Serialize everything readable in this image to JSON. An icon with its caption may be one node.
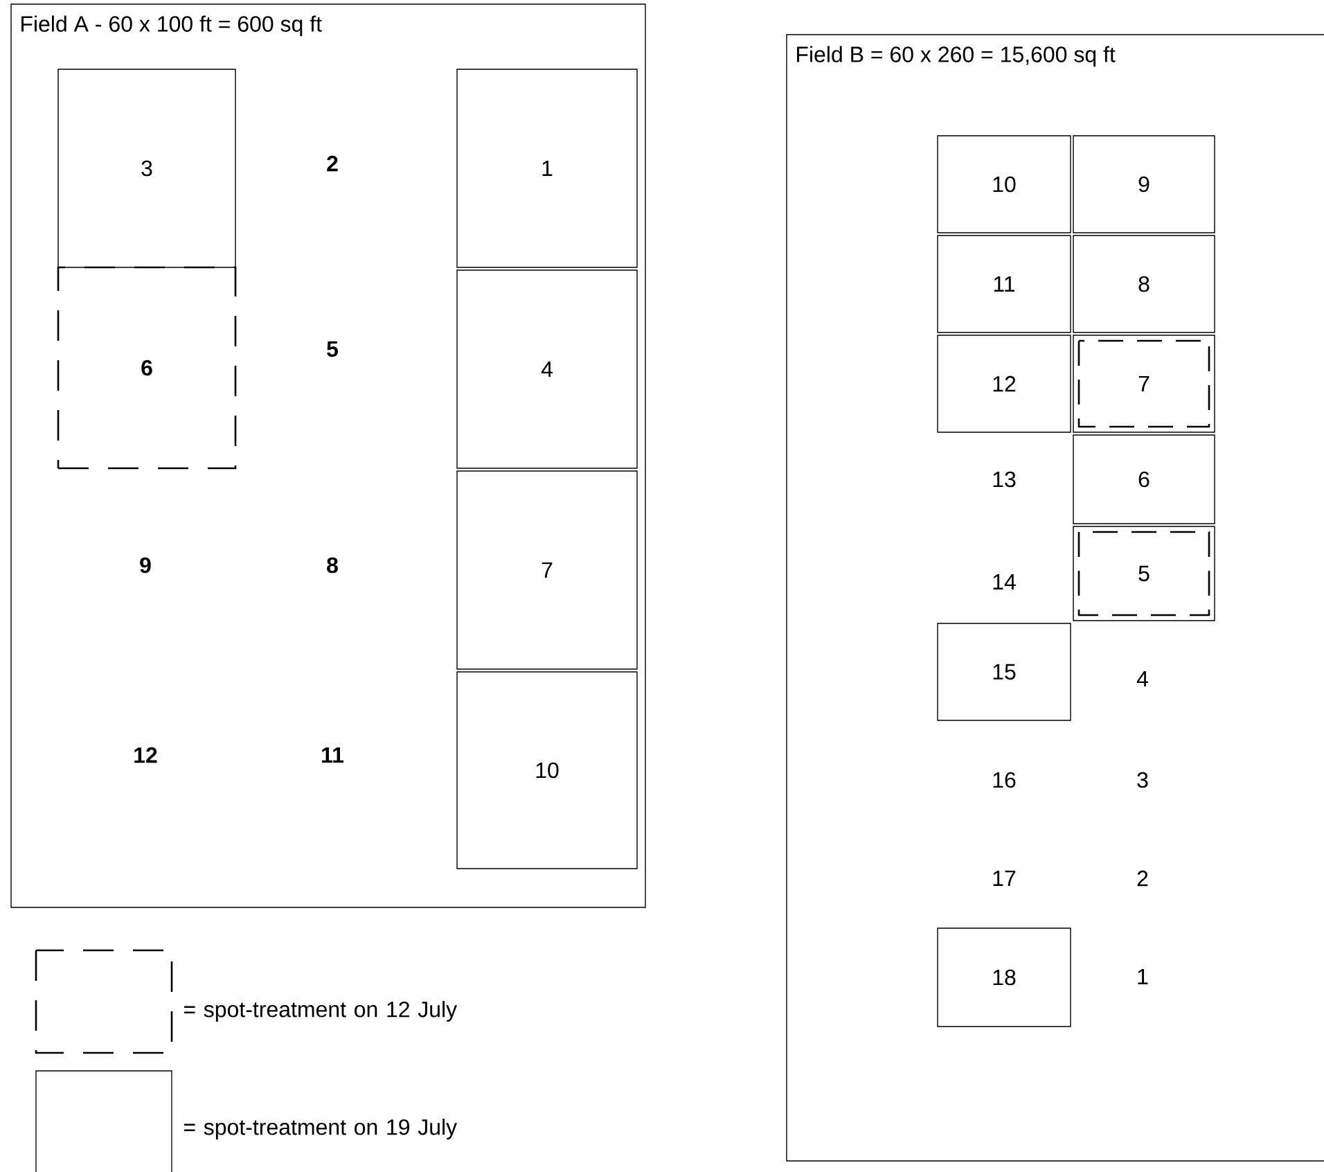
{
  "diagram": {
    "nodes": [
      {
        "text": [
          "Field A - 60 x 100 ft = 600 sq ft"
        ]
      },
      {
        "text": [
          "3"
        ],
        "in": 0
      },
      {
        "text": [
          "6"
        ],
        "in": 0
      },
      {
        "text": [
          "1"
        ],
        "in": 0
      },
      {
        "text": [
          "4"
        ],
        "in": 0
      },
      {
        "text": [
          "7"
        ],
        "in": 0
      },
      {
        "text": [
          "10"
        ],
        "in": 0
      },
      {
        "text": [
          "Field B = 60 x 260 = 15,600 sq ft"
        ]
      },
      {
        "text": [
          "10"
        ],
        "in": 7
      },
      {
        "text": [
          "9"
        ],
        "in": 7
      },
      {
        "text": [
          "11"
        ],
        "in": 7
      },
      {
        "text": [
          "8"
        ],
        "in": 7
      },
      {
        "text": [
          "12"
        ],
        "in": 7
      },
      {
        "text": [
          "7"
        ],
        "in": 7
      },
      {
        "text": [
          "6"
        ],
        "in": 7
      },
      {
        "text": [
          "5"
        ],
        "in": 7
      },
      {
        "text": [
          "15"
        ],
        "in": 7
      },
      {
        "text": [
          "18"
        ],
        "in": 7
      }
    ],
    "labels": [
      "2",
      "5",
      "9",
      "8",
      "12",
      "11",
      "13",
      "14",
      "4",
      "16",
      "3",
      "17",
      "2",
      "1"
    ],
    "legend": [
      {
        "text": "= spot-treatment on 12 July"
      },
      {
        "text": "= spot-treatment on 19 July"
      }
    ]
  }
}
